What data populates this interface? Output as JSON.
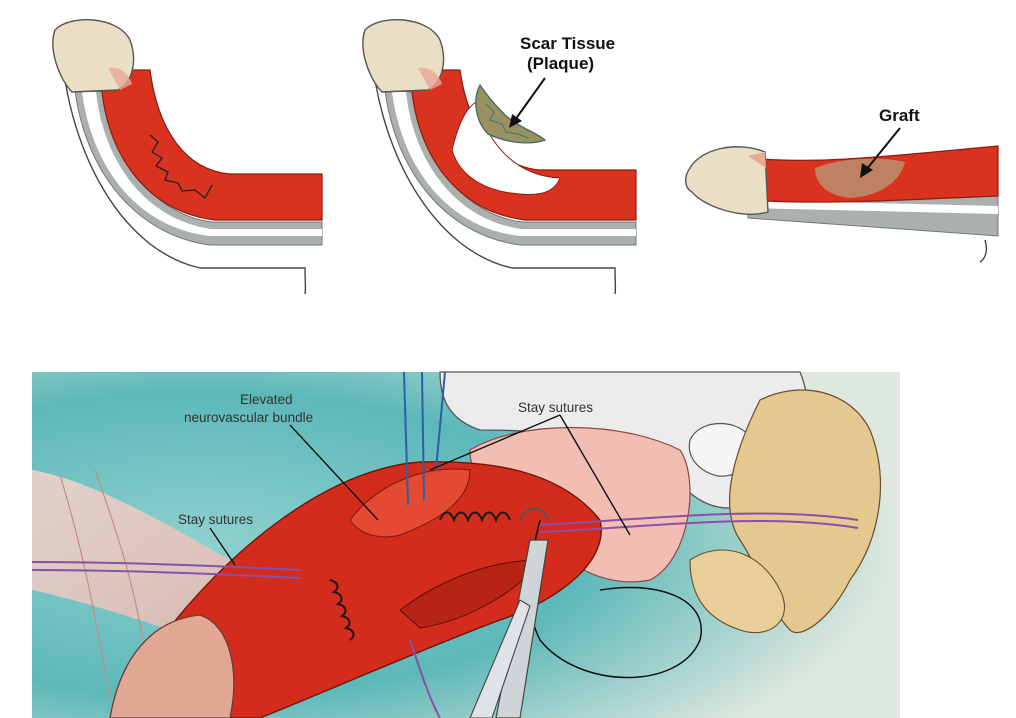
{
  "diagram": {
    "top_row": {
      "labels": {
        "scar_tissue_line1": "Scar Tissue",
        "scar_tissue_line2": "(Plaque)",
        "graft": "Graft"
      }
    },
    "surgical_view": {
      "labels": {
        "elevated_line1": "Elevated",
        "elevated_line2": "neurovascular bundle",
        "stay_sutures_upper": "Stay sutures",
        "stay_sutures_left": "Stay sutures"
      }
    }
  },
  "colors": {
    "shaft_red": "#d9321f",
    "glans_beige": "#e9dfc4",
    "sheath_gray": "#a9b0ad",
    "plaque_olive": "#9a9060",
    "surgical_bg_teal": "#5cb8b9",
    "suture_purple": "#8a4fa8",
    "suture_blue": "#2d5fa8"
  }
}
